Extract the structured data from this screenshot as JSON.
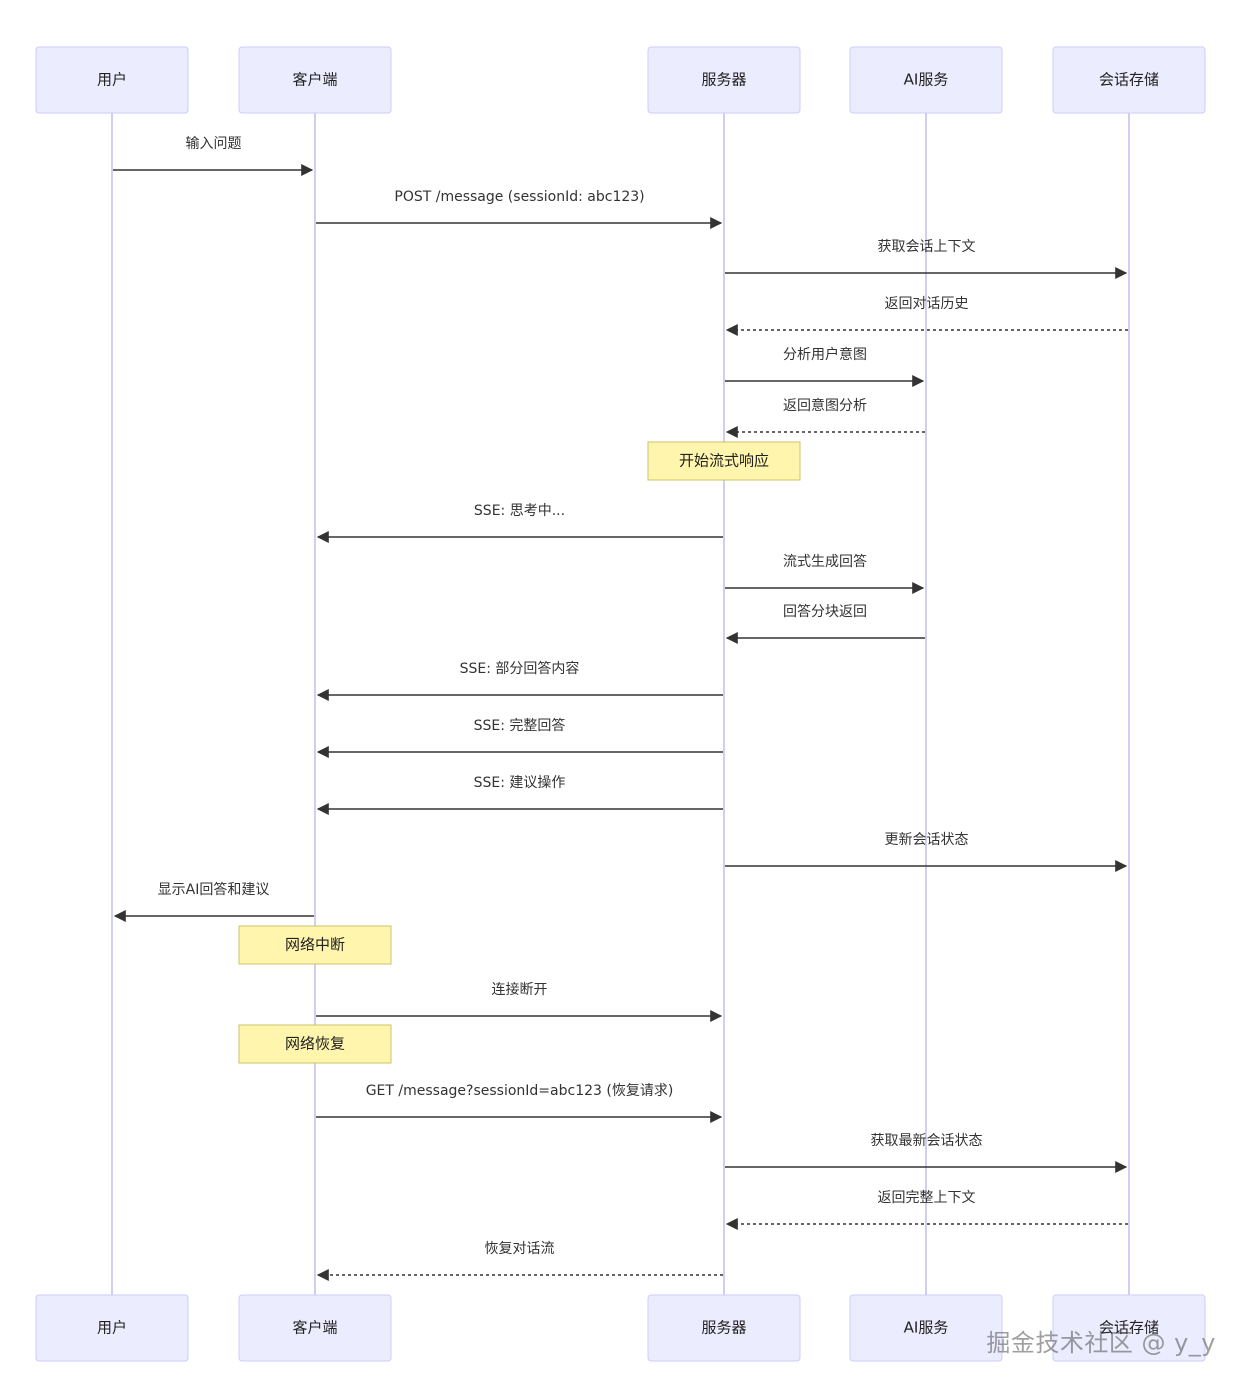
{
  "colors": {
    "actor_fill": "#ECECFF",
    "actor_stroke": "#CCCCFF",
    "lifeline": "#CFCFF0",
    "arrow": "#333333",
    "note_fill": "#FFF5AD",
    "note_stroke": "#C9C56A"
  },
  "actors": [
    {
      "id": "user",
      "label": "用户"
    },
    {
      "id": "client",
      "label": "客户端"
    },
    {
      "id": "server",
      "label": "服务器"
    },
    {
      "id": "ai",
      "label": "AI服务"
    },
    {
      "id": "store",
      "label": "会话存储"
    }
  ],
  "events": [
    {
      "kind": "message",
      "from": "user",
      "to": "client",
      "label": "输入问题",
      "style": "solid"
    },
    {
      "kind": "message",
      "from": "client",
      "to": "server",
      "label": "POST /message (sessionId: abc123)",
      "style": "solid"
    },
    {
      "kind": "message",
      "from": "server",
      "to": "store",
      "label": "获取会话上下文",
      "style": "solid"
    },
    {
      "kind": "message",
      "from": "store",
      "to": "server",
      "label": "返回对话历史",
      "style": "dashed"
    },
    {
      "kind": "message",
      "from": "server",
      "to": "ai",
      "label": "分析用户意图",
      "style": "solid"
    },
    {
      "kind": "message",
      "from": "ai",
      "to": "server",
      "label": "返回意图分析",
      "style": "dashed"
    },
    {
      "kind": "note",
      "over": "server",
      "label": "开始流式响应"
    },
    {
      "kind": "message",
      "from": "server",
      "to": "client",
      "label": "SSE: 思考中...",
      "style": "solid"
    },
    {
      "kind": "message",
      "from": "server",
      "to": "ai",
      "label": "流式生成回答",
      "style": "solid"
    },
    {
      "kind": "message",
      "from": "ai",
      "to": "server",
      "label": "回答分块返回",
      "style": "solid"
    },
    {
      "kind": "message",
      "from": "server",
      "to": "client",
      "label": "SSE: 部分回答内容",
      "style": "solid"
    },
    {
      "kind": "message",
      "from": "server",
      "to": "client",
      "label": "SSE: 完整回答",
      "style": "solid"
    },
    {
      "kind": "message",
      "from": "server",
      "to": "client",
      "label": "SSE: 建议操作",
      "style": "solid"
    },
    {
      "kind": "message",
      "from": "server",
      "to": "store",
      "label": "更新会话状态",
      "style": "solid"
    },
    {
      "kind": "message",
      "from": "client",
      "to": "user",
      "label": "显示AI回答和建议",
      "style": "solid"
    },
    {
      "kind": "note",
      "over": "client",
      "label": "网络中断"
    },
    {
      "kind": "message",
      "from": "client",
      "to": "server",
      "label": "连接断开",
      "style": "solid"
    },
    {
      "kind": "note",
      "over": "client",
      "label": "网络恢复"
    },
    {
      "kind": "message",
      "from": "client",
      "to": "server",
      "label": "GET /message?sessionId=abc123 (恢复请求)",
      "style": "solid"
    },
    {
      "kind": "message",
      "from": "server",
      "to": "store",
      "label": "获取最新会话状态",
      "style": "solid"
    },
    {
      "kind": "message",
      "from": "store",
      "to": "server",
      "label": "返回完整上下文",
      "style": "dashed"
    },
    {
      "kind": "message",
      "from": "server",
      "to": "client",
      "label": "恢复对话流",
      "style": "dashed"
    }
  ],
  "watermark": "掘金技术社区 @ y_y"
}
